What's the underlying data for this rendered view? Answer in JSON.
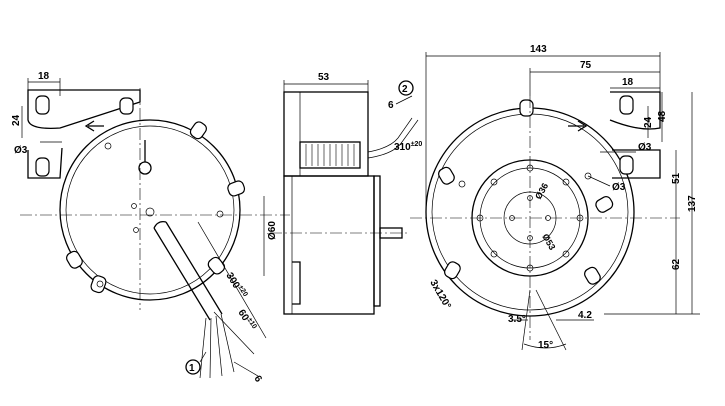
{
  "drawing": {
    "left_view": {
      "dim_top_width": "18",
      "dim_side_height": "24",
      "dim_hole": "Ø3",
      "dim_cable_length": "300",
      "dim_cable_length_tol": "±20",
      "dim_strip_length": "60",
      "dim_strip_length_tol": "±10",
      "dim_strip_end": "6",
      "callout_cable": "1"
    },
    "side_view": {
      "dim_depth": "53",
      "dim_shaft_dia": "Ø60",
      "dim_lead_width": "6",
      "dim_lead_length": "310",
      "dim_lead_length_tol": "±20",
      "callout_lead": "2"
    },
    "right_view": {
      "dim_overall_width": "143",
      "dim_center_to_edge": "75",
      "dim_top_width": "18",
      "dim_side_height": "24",
      "dim_hole": "Ø3",
      "dim_hole_outer": "Ø3",
      "dim_48": "48",
      "dim_51": "51",
      "dim_137": "137",
      "dim_62": "62",
      "dim_hub_dia": "Ø36",
      "dim_pitch_dia": "Ø53",
      "dim_angle_pattern": "3x120°",
      "dim_offset": "3.5°",
      "dim_tab": "4.2",
      "dim_angle": "15°"
    }
  }
}
